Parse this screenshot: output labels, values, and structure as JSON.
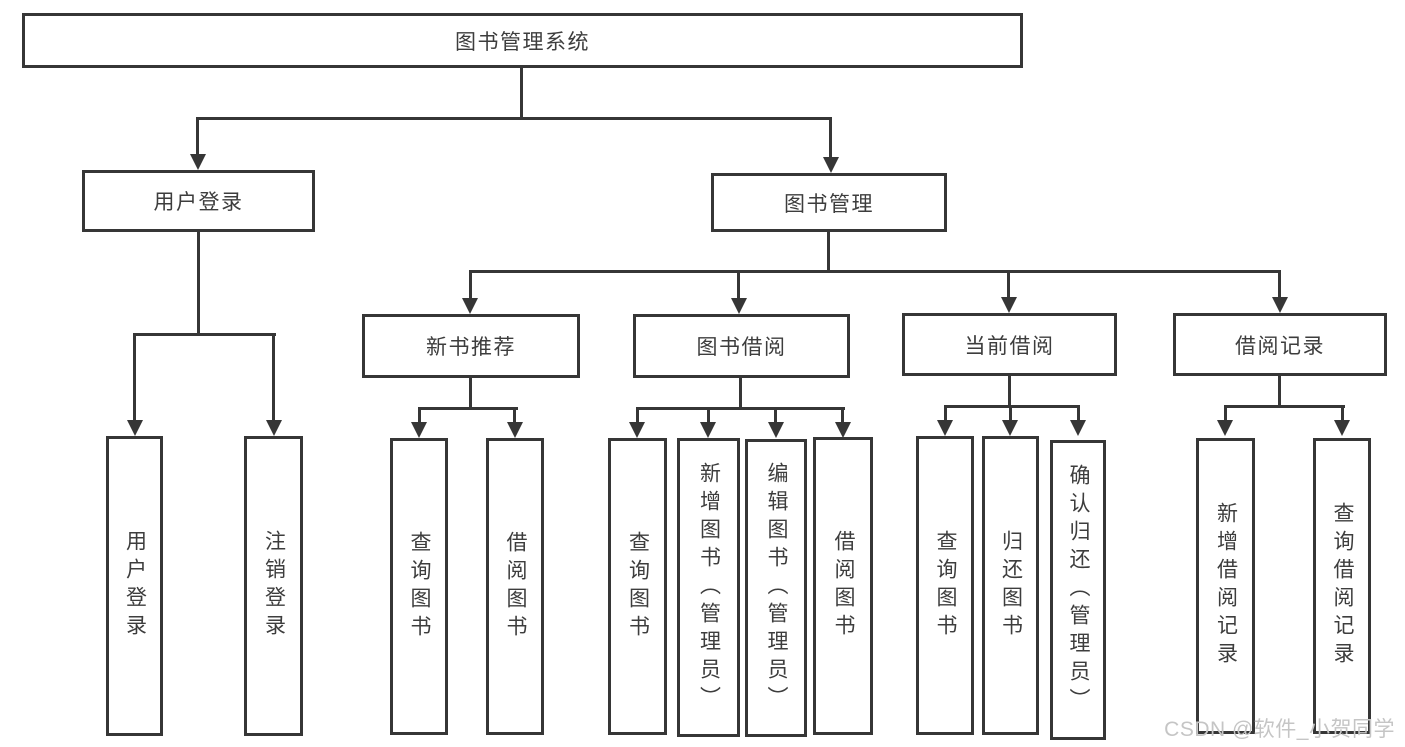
{
  "colors": {
    "line": "#363636",
    "text": "#3d3d3d",
    "watermark": "#c5c5c5",
    "box_fill": "#ffffff"
  },
  "nodes": {
    "root": "图书管理系统",
    "user_login": "用户登录",
    "book_management": "图书管理",
    "new_book_recommend": "新书推荐",
    "book_borrow": "图书借阅",
    "current_borrow": "当前借阅",
    "borrow_record": "借阅记录"
  },
  "leaves": {
    "user_login": [
      "用户登录",
      "注销登录"
    ],
    "new_book_recommend": [
      "查询图书",
      "借阅图书"
    ],
    "book_borrow": [
      "查询图书",
      "新增图书（管理员）",
      "编辑图书（管理员）",
      "借阅图书"
    ],
    "current_borrow": [
      "查询图书",
      "归还图书",
      "确认归还（管理员）"
    ],
    "borrow_record": [
      "新增借阅记录",
      "查询借阅记录"
    ]
  },
  "watermark": "CSDN @软件_小贺同学"
}
